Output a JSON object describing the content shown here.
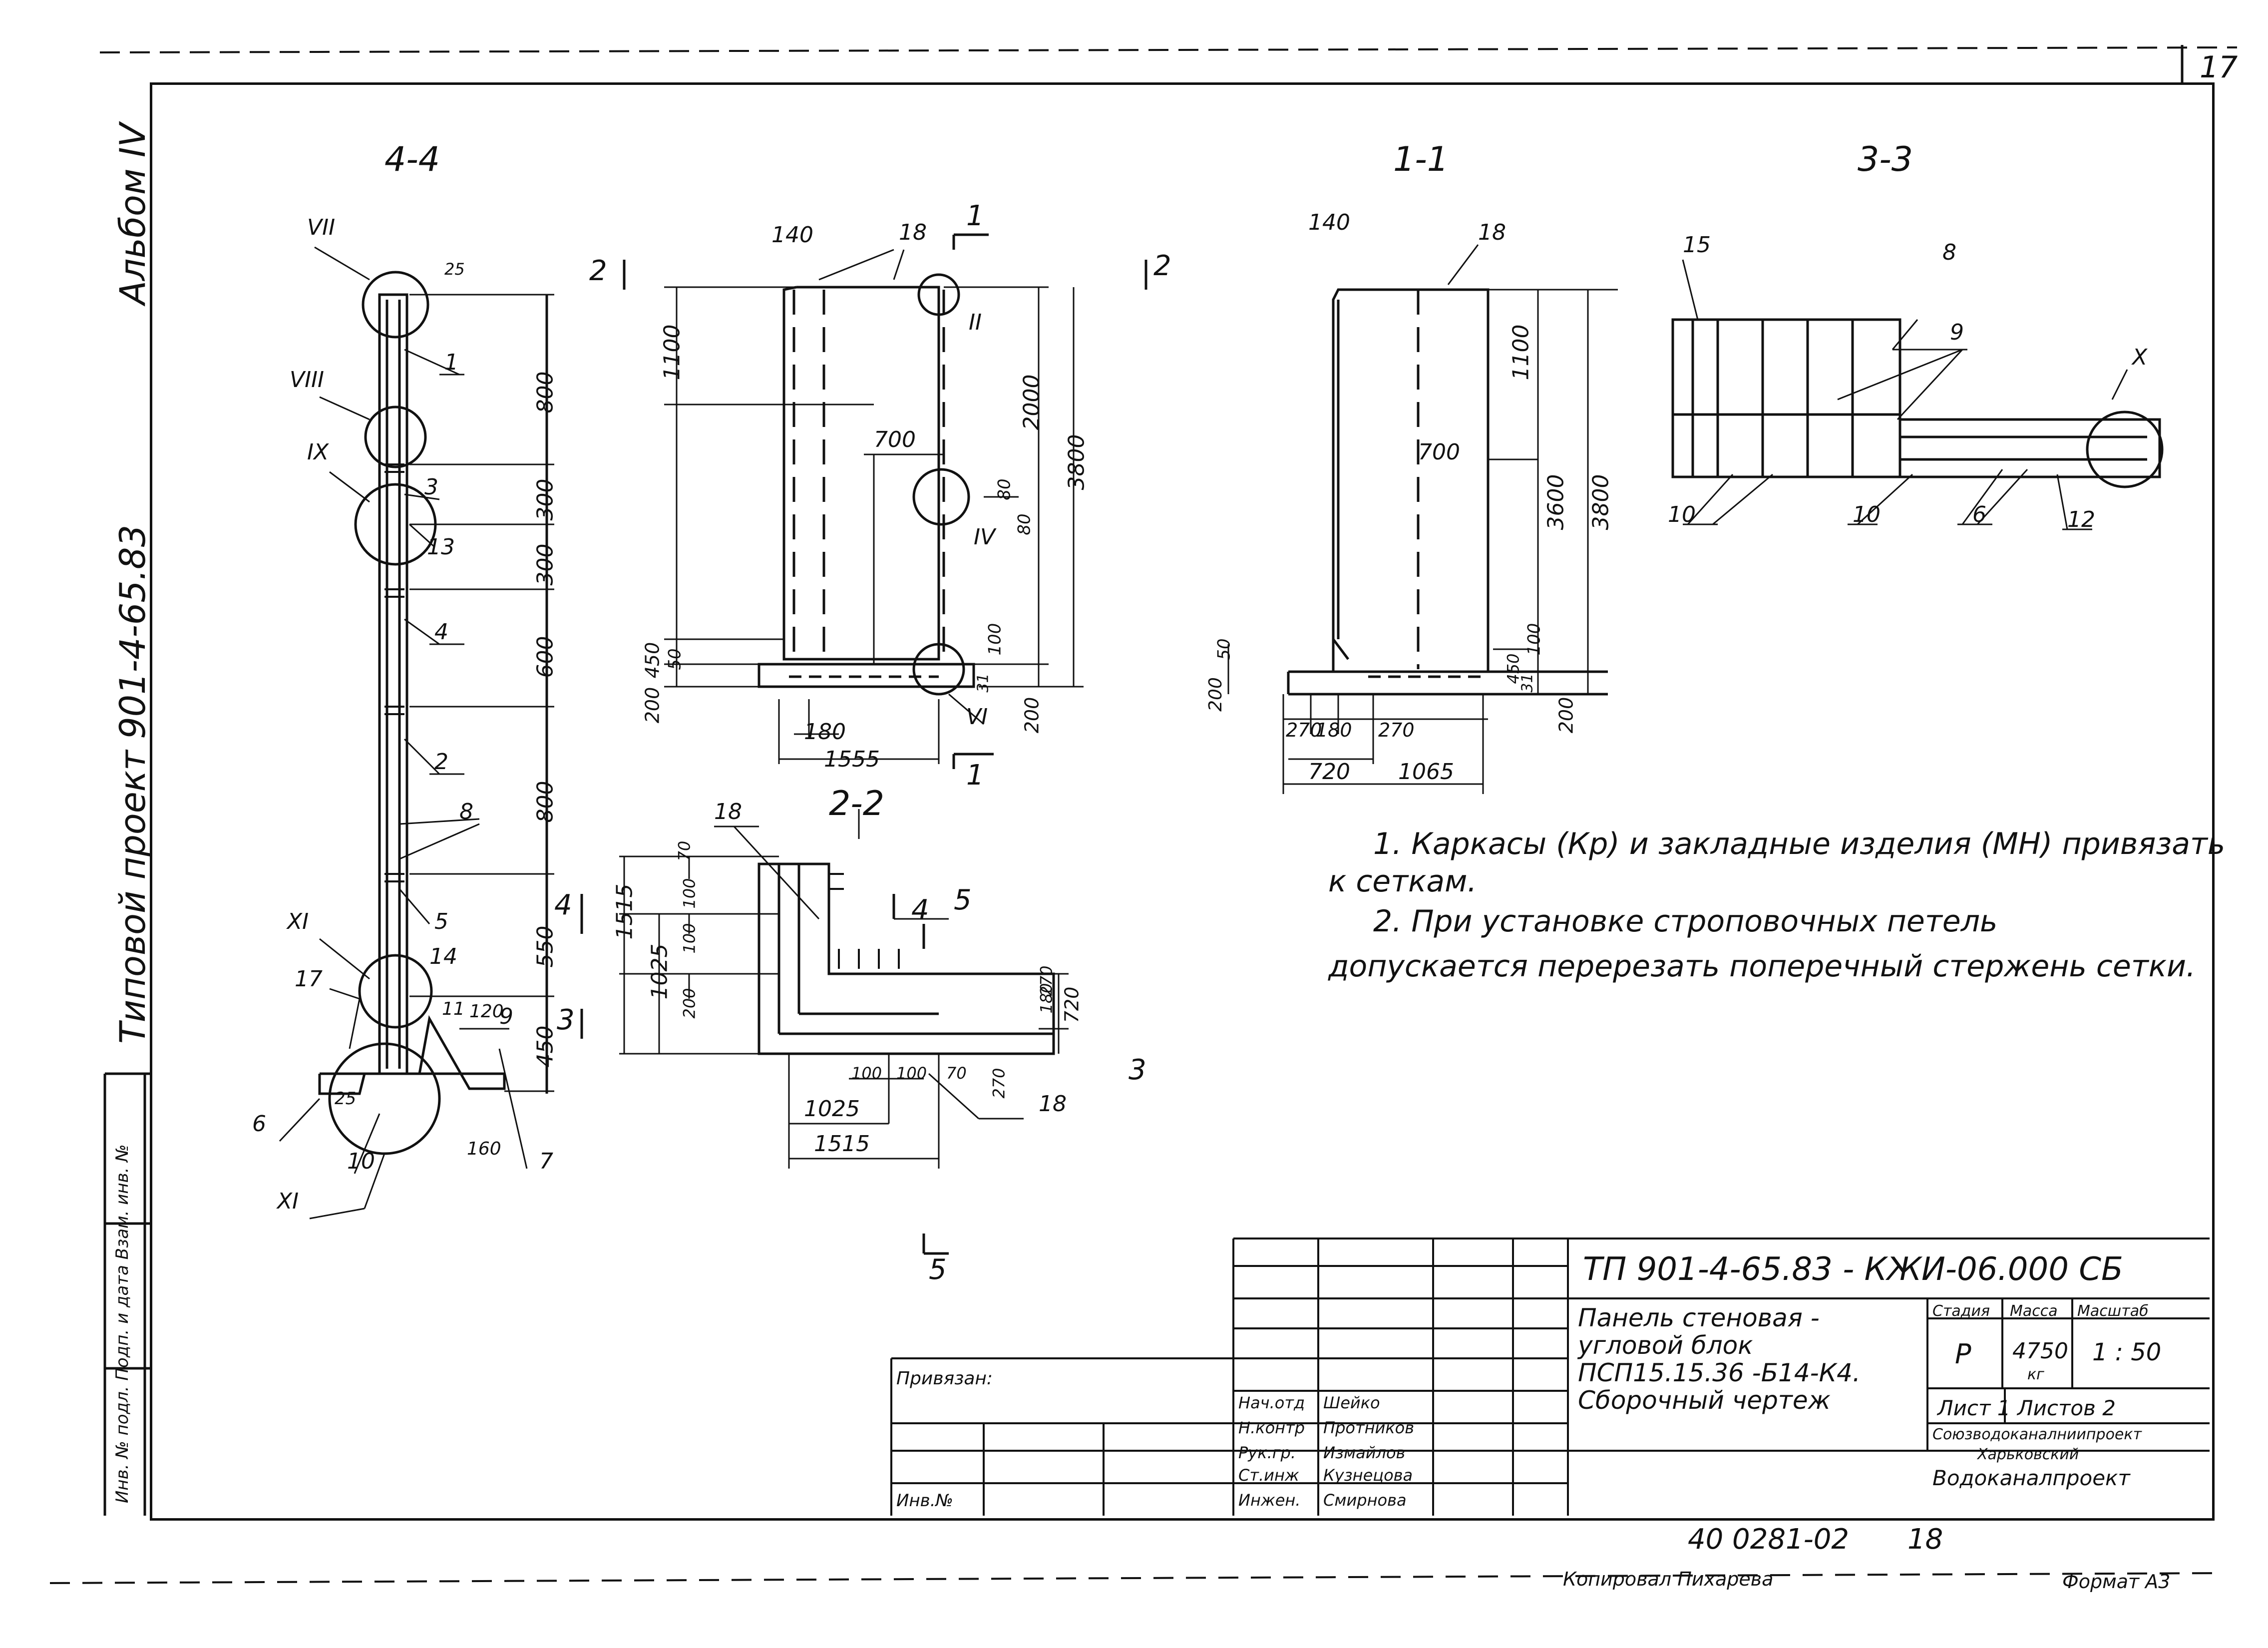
{
  "sheet": {
    "number": "17"
  },
  "side_margin": {
    "album": "Альбом IV",
    "project": "Типовой   проект 901-4-65.83",
    "stamp_text": "Инв. № подл. Подп. и дата Взам. инв. №"
  },
  "sections": {
    "s44": {
      "title": "4-4"
    },
    "s11": {
      "title": "1-1"
    },
    "s33": {
      "title": "3-3"
    },
    "s22": {
      "title": "2-2"
    }
  },
  "section44_labels": {
    "VII": "VII",
    "VIII": "VIII",
    "IX": "IX",
    "XI_top": "XI",
    "XI_bottom": "XI",
    "n1": "1",
    "n3": "3",
    "n13": "13",
    "n4": "4",
    "n2": "2",
    "n8": "8",
    "n5": "5",
    "n14": "14",
    "n17": "17",
    "n6": "6",
    "n10": "10",
    "n7": "7",
    "n9": "9",
    "n11": "11",
    "d25a": "25",
    "d25b": "25",
    "d120": "120",
    "d160": "160",
    "d800a": "800",
    "d300a": "300",
    "d300b": "300",
    "d600": "600",
    "d800b": "800",
    "d550": "550",
    "d450": "450",
    "cut4": "4",
    "cut3": "3"
  },
  "elevation_labels": {
    "d140": "140",
    "n18": "18",
    "cut1": "1",
    "cut2a": "2",
    "cut2b": "2",
    "II": "II",
    "IV": "IV",
    "VI": "VI",
    "d1100": "1100",
    "d700": "700",
    "d2000": "2000",
    "d3800": "3800",
    "d80a": "80",
    "d80b": "80",
    "d100": "100",
    "d31": "31",
    "d450": "450",
    "d50": "50",
    "d200a": "200",
    "d200b": "200",
    "d180": "180",
    "d1555": "1555",
    "cut1b": "1"
  },
  "section11_labels": {
    "d140": "140",
    "n18": "18",
    "d1100": "1100",
    "d700": "700",
    "d3600": "3600",
    "d3800": "3800",
    "d200": "200",
    "d50": "50",
    "d100": "100",
    "d31": "31",
    "d450": "450",
    "d200b": "200",
    "d270a": "270",
    "d180": "180",
    "d270b": "270",
    "d720": "720",
    "d1065": "1065"
  },
  "section33_labels": {
    "n15": "15",
    "n8": "8",
    "n9": "9",
    "X": "X",
    "n10a": "10",
    "n10b": "10",
    "n6": "6",
    "n12": "12"
  },
  "section22_labels": {
    "n18a": "18",
    "n18b": "18",
    "d70": "70",
    "d100a": "100",
    "d100b": "100",
    "d200": "200",
    "d1515v": "1515",
    "d1025v": "1025",
    "d180": "180",
    "d270": "270",
    "d720": "720",
    "d100c": "100",
    "d100d": "100",
    "d70b": "70",
    "d270b": "270",
    "d1025": "1025",
    "d1515": "1515",
    "cut4": "4",
    "cut5": "5",
    "cut3": "3",
    "cut5b": "5"
  },
  "notes": {
    "n1_line1": "1. Каркасы (Кр) и закладные изделия (МН) привязать",
    "n1_line2": "к сеткам.",
    "n2_line1": "2. При   установке строповочных петель",
    "n2_line2": "допускается перерезать поперечный стержень сетки."
  },
  "title_block": {
    "designation": "ТП 901-4-65.83 - КЖИ-06.000 СБ",
    "name": [
      "Панель стеновая -",
      "угловой блок",
      "ПСП15.15.36 -Б14-К4.",
      "Сборочный   чертеж"
    ],
    "stage_hdr": "Стадия",
    "mass_hdr": "Масса",
    "scale_hdr": "Масштаб",
    "stage": "Р",
    "mass": "4750",
    "mass_unit": "кг",
    "scale": "1 : 50",
    "sheet": "Лист 1",
    "sheets": "Листов 2",
    "org": [
      "Союзводоканалниипроект",
      "Харьковский",
      "Водоканалпроект"
    ],
    "bound": "Привязан:",
    "inv": "Инв.№",
    "roles": [
      "Нач.отд",
      "Н.контр",
      "Рук.гр.",
      "Ст.инж",
      "Инжен."
    ],
    "names": [
      "Шейко",
      "Протников",
      "Измайлов",
      "Кузнецова",
      "Смирнова"
    ]
  },
  "footer": {
    "code": "40 0281-02",
    "code2": "18",
    "copied": "Копировал Пихарева",
    "format": "Формат А3"
  }
}
